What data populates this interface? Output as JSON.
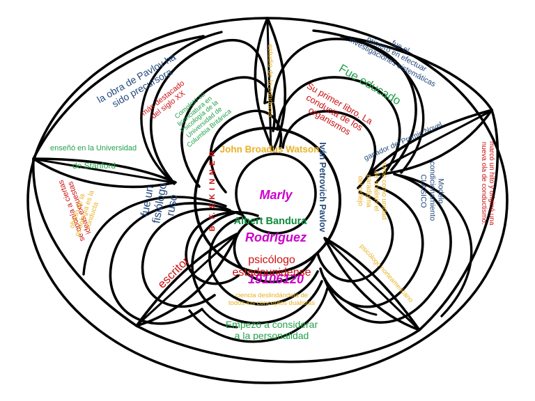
{
  "diagram": {
    "type": "mandala-concept-map",
    "shape": "flower / petal mandala inside an outer ellipse",
    "background_color": "#ffffff",
    "stroke_color": "#000000",
    "colors": {
      "magenta": "#cc00cc",
      "green": "#22a14a",
      "dark_green": "#0f8a3c",
      "red": "#cc1111",
      "dark_red": "#b81414",
      "blue": "#234a7d",
      "gold": "#e8b226",
      "orange_gold": "#e5a800"
    },
    "center": {
      "author_name_line1": "Marly",
      "author_name_line2": "Rodríguez",
      "author_id": "19106120",
      "color": "#cc00cc"
    },
    "inner_ring_labels": [
      {
        "text": "John Broadus Watson",
        "color": "#e8b226",
        "position": "top"
      },
      {
        "text": "B. F. S K I N N E R",
        "color": "#cc1111",
        "position": "left"
      },
      {
        "text": "Iván Petrovich Pavlov",
        "color": "#234a7d",
        "position": "right"
      },
      {
        "text": "Albert Bandura",
        "color": "#0f8a3c",
        "position": "bottom"
      }
    ],
    "petal_labels": [
      {
        "text": "estudio de la conducta",
        "color": "#e8b226",
        "position": "top-spike"
      },
      {
        "text": "la obra de Pavlov ha\nsido precursora",
        "color": "#234a7d",
        "position": "upper-left-outer"
      },
      {
        "text": "más destacado\ndel siglo XX",
        "color": "#cc1111",
        "position": "upper-left-mid"
      },
      {
        "text": "Completó su\nlicenciatura en\nPsicología de la\nUniversidad de\nColumbia Británica",
        "color": "#22a14a",
        "position": "upper-left-inner"
      },
      {
        "text": "fue el\nprimero en efectuar\ninvestigaciones sistemáticas",
        "color": "#234a7d",
        "position": "upper-right-outer"
      },
      {
        "text": "Fue educado",
        "color": "#22a14a",
        "position": "upper-right-mid"
      },
      {
        "text": "Su primer libro. La\nconducta de los\norganismos",
        "color": "#cc1111",
        "position": "upper-right-inner"
      },
      {
        "text": "ganador del Premio Novel",
        "color": "#234a7d",
        "position": "right-spike-upper"
      },
      {
        "text": "enseñó en la Universidad",
        "color": "#22a14a",
        "position": "left-spike-line1"
      },
      {
        "text": "de Stanford",
        "color": "#22a14a",
        "position": "left-spike-line2"
      },
      {
        "text": "se oponía a ciertas\nideas expuestas",
        "color": "#cc1111",
        "position": "left-outer-mirrored"
      },
      {
        "text": "objeto de la\npsicología es la\nconducta",
        "color": "#e8b226",
        "position": "left-mid"
      },
      {
        "text": "fue un\nfisiólogo\nruso",
        "color": "#234a7d",
        "position": "left-inner"
      },
      {
        "text": "tomó como unidad\nde análisis el\nparadigma\ndel reflejo",
        "color": "#e8b226",
        "position": "right-inner"
      },
      {
        "text": "Modelo\ncondicionamiento\nCLASICO",
        "color": "#234a7d",
        "position": "right-mid"
      },
      {
        "text": "marcó un hito y originó una\nnueva ola de conductismo.",
        "color": "#cc1111",
        "position": "right-outer"
      },
      {
        "text": "escritor",
        "color": "#cc1111",
        "position": "lower-left-spike"
      },
      {
        "text": "psicólogo\nestadounidense",
        "color": "#cc1111",
        "position": "bottom-inner"
      },
      {
        "text": "ciencia deslindándola de\ntodos los conceptos dualistas",
        "color": "#e8b226",
        "position": "bottom-mid"
      },
      {
        "text": "Empezó a considerar\na la personalidad",
        "color": "#22a14a",
        "position": "bottom-outer"
      },
      {
        "text": "psicólogo norteamericano",
        "color": "#e8b226",
        "position": "lower-right-spike"
      }
    ]
  }
}
